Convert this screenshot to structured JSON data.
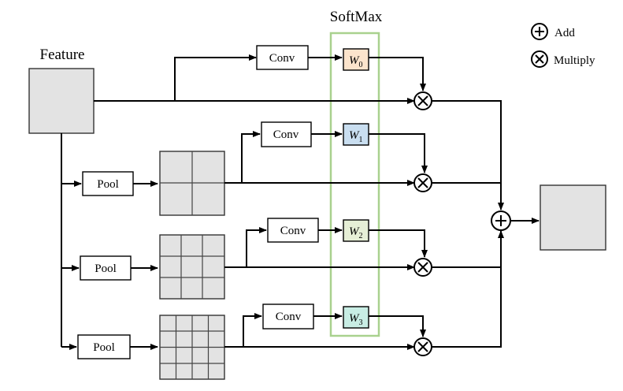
{
  "title": "SoftMax",
  "input_label": "Feature",
  "legend": {
    "add": "Add",
    "multiply": "Multiply"
  },
  "branches": [
    {
      "pool": null,
      "conv": "Conv",
      "weight": "W",
      "sub": "0",
      "weight_color": "#fce4cc"
    },
    {
      "pool": "Pool",
      "conv": "Conv",
      "weight": "W",
      "sub": "1",
      "weight_color": "#c9def0"
    },
    {
      "pool": "Pool",
      "conv": "Conv",
      "weight": "W",
      "sub": "2",
      "weight_color": "#e6efd6"
    },
    {
      "pool": "Pool",
      "conv": "Conv",
      "weight": "W",
      "sub": "3",
      "weight_color": "#c8ede4"
    }
  ],
  "softmax_border_color": "#a9d18e"
}
